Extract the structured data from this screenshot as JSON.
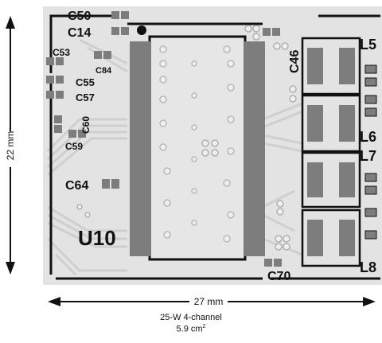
{
  "board": {
    "background_color": "#e3e3e3",
    "pad_color": "#7d7d7d",
    "trace_color": "#d2d2d2",
    "outline_color": "#111111",
    "ic_label": "U10",
    "capacitors": [
      "C50",
      "C14",
      "C53",
      "C84",
      "C55",
      "C57",
      "C60",
      "C59",
      "C64",
      "C46",
      "C70"
    ],
    "inductors": [
      "L5",
      "L6",
      "L7",
      "L8"
    ]
  },
  "dimensions": {
    "height": "22 mm",
    "width": "27 mm"
  },
  "caption": {
    "line1": "25-W 4-channel",
    "line2_value": "5.9 cm",
    "line2_exponent": "2"
  }
}
